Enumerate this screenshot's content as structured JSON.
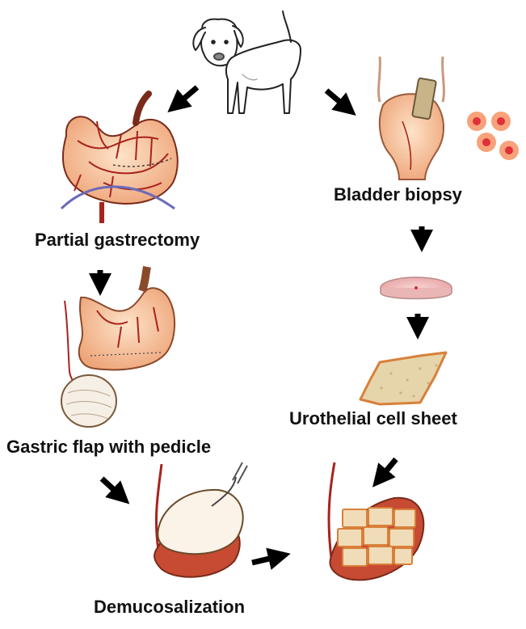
{
  "labels": {
    "partial_gastrectomy": "Partial gastrectomy",
    "bladder_biopsy": "Bladder biopsy",
    "urothelial_cell_sheet": "Urothelial cell sheet",
    "gastric_flap": "Gastric flap with pedicle",
    "demucosalization": "Demucosalization"
  },
  "colors": {
    "tissue": "#f6c9a2",
    "tissue_dark": "#e89a6a",
    "vessel": "#a8231d",
    "cut_line": "#6a6ab8",
    "cell": "#f08a5a",
    "cell_nucleus": "#e0303a",
    "sheet": "#e6d4aa",
    "sheet_border": "#d8803a",
    "mucosa": "#f3e8dc"
  }
}
